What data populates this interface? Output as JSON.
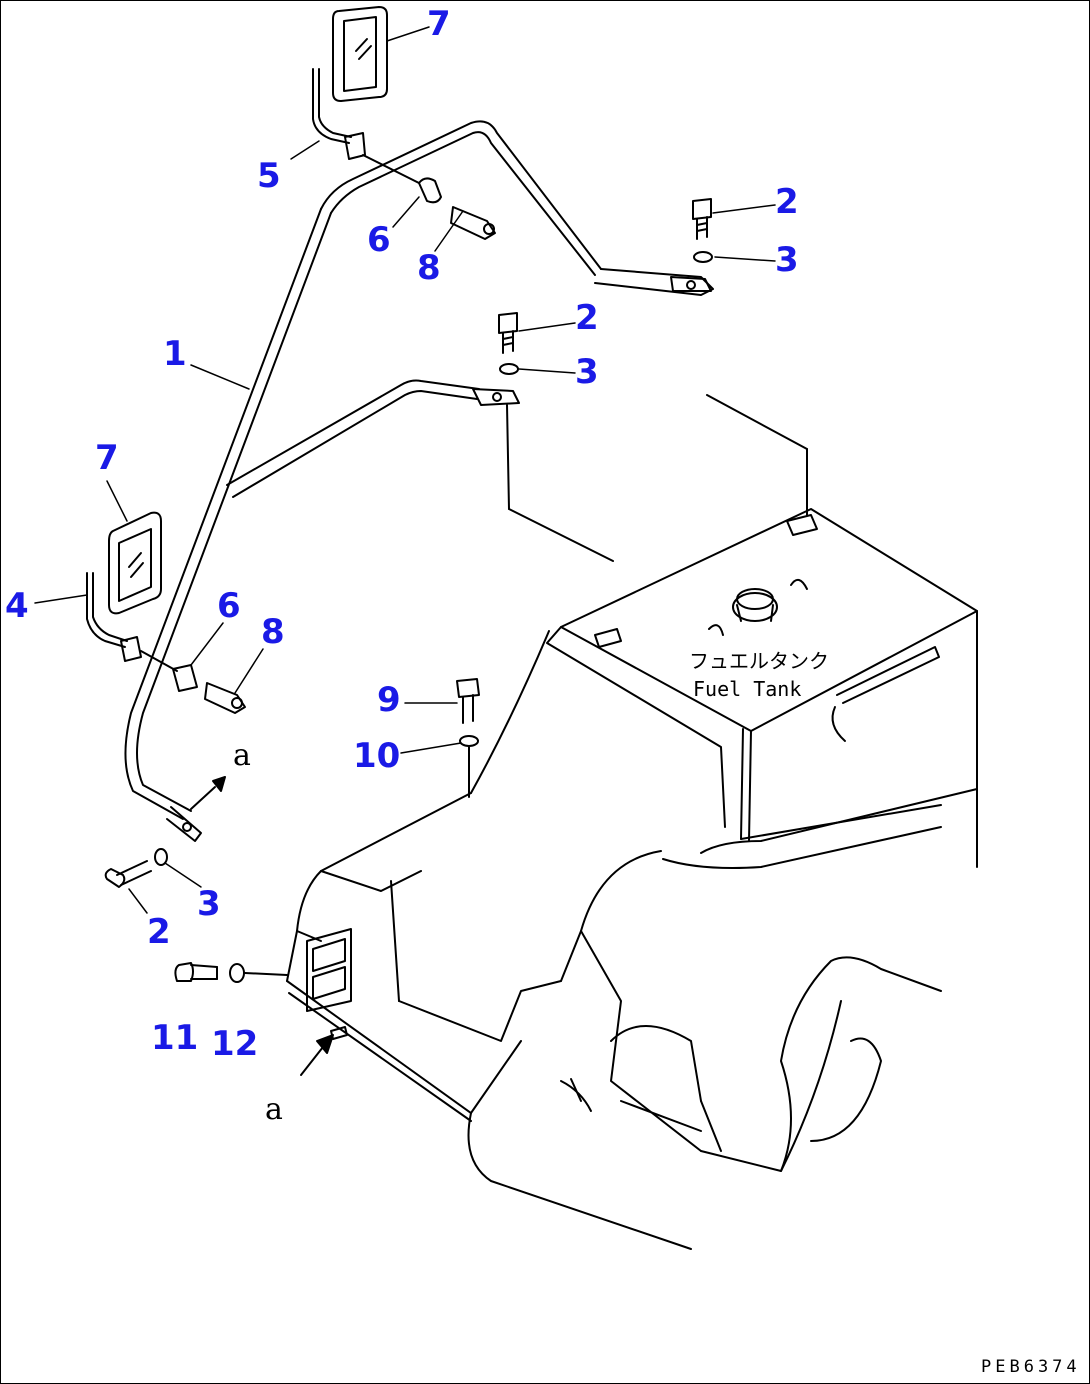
{
  "colors": {
    "callout": "#1a1ae6",
    "line": "#000000"
  },
  "callouts": [
    {
      "id": "c1",
      "text": "1"
    },
    {
      "id": "c2a",
      "text": "2"
    },
    {
      "id": "c2b",
      "text": "2"
    },
    {
      "id": "c2c",
      "text": "2"
    },
    {
      "id": "c3a",
      "text": "3"
    },
    {
      "id": "c3b",
      "text": "3"
    },
    {
      "id": "c3c",
      "text": "3"
    },
    {
      "id": "c4",
      "text": "4"
    },
    {
      "id": "c5",
      "text": "5"
    },
    {
      "id": "c6a",
      "text": "6"
    },
    {
      "id": "c6b",
      "text": "6"
    },
    {
      "id": "c7a",
      "text": "7"
    },
    {
      "id": "c7b",
      "text": "7"
    },
    {
      "id": "c8a",
      "text": "8"
    },
    {
      "id": "c8b",
      "text": "8"
    },
    {
      "id": "c9",
      "text": "9"
    },
    {
      "id": "c10",
      "text": "10"
    },
    {
      "id": "c11",
      "text": "11"
    },
    {
      "id": "c12",
      "text": "12"
    }
  ],
  "view_marks": {
    "top": "a",
    "bottom": "a"
  },
  "tank_label": {
    "jp": "フュエルタンク",
    "en": "Fuel Tank"
  },
  "drawing_code": "PEB6374"
}
